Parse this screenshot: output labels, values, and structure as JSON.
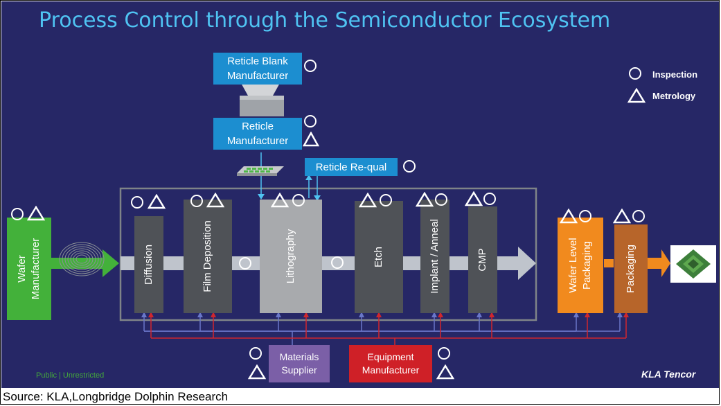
{
  "title": "Process Control through the Semiconductor Ecosystem",
  "reticle_blank": {
    "line1": "Reticle Blank",
    "line2": "Manufacturer"
  },
  "reticle_mfr": {
    "line1": "Reticle",
    "line2": "Manufacturer"
  },
  "reticle_requal": "Reticle Re-qual",
  "wafer_mfr": {
    "line1": "Wafer",
    "line2": "Manufacturer"
  },
  "process_steps": [
    "Diffusion",
    "Film Deposition",
    "Lithography",
    "Etch",
    "Implant / Anneal",
    "CMP"
  ],
  "wafer_level_packaging": {
    "line1": "Wafer Level",
    "line2": "Packaging"
  },
  "packaging": "Packaging",
  "materials_supplier": {
    "line1": "Materials",
    "line2": "Supplier"
  },
  "equipment_mfr": {
    "line1": "Equipment",
    "line2": "Manufacturer"
  },
  "legend": {
    "inspection": "Inspection",
    "metrology": "Metrology"
  },
  "footer_label": "Public | Unrestricted",
  "logo": "KLA Tencor",
  "source": "Source: KLA,Longbridge Dolphin Research",
  "colors": {
    "background": "#262766",
    "title": "#4fc3f2",
    "blue_box": "#1c8ed0",
    "process_gray": "#4f5257",
    "lithography_gray": "#a8aaad",
    "wafer_green": "#43b13a",
    "packaging_orange": "#f18a1e",
    "packaging_brown": "#b7652a",
    "materials_purple": "#7b5fa7",
    "equipment_red": "#cf2027",
    "arrow_gray": "#bfc4cc"
  }
}
